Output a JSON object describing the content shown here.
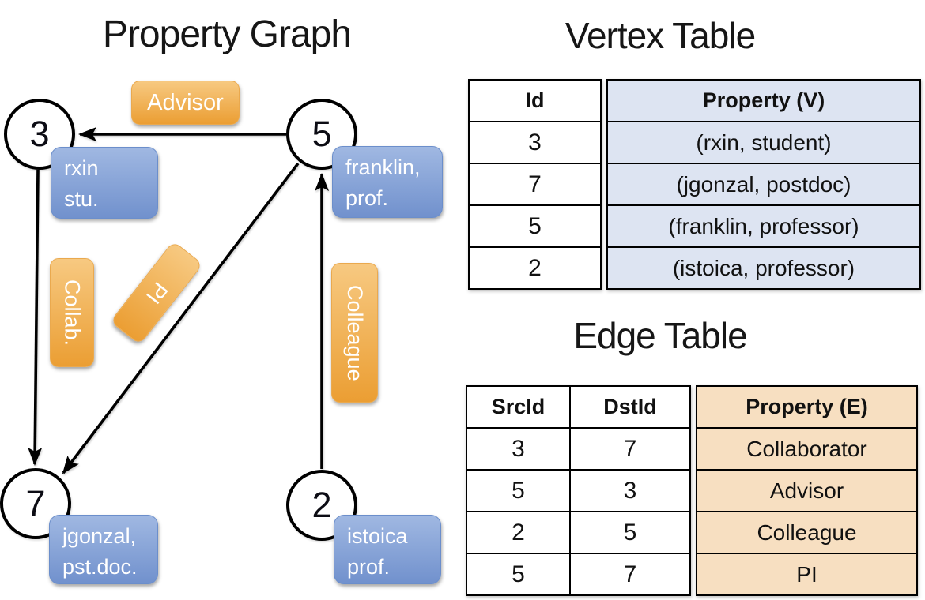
{
  "colors": {
    "orange_top": "#f7c981",
    "orange_bottom": "#eb9e33",
    "orange_border": "#eaa94e",
    "blue_top": "#a0b8e2",
    "blue_bottom": "#7191cd",
    "blue_border": "#6b8ecb",
    "vertex_cell_bg": "#dde4f2",
    "edge_cell_bg": "#f7dfc1",
    "line_color": "#000000"
  },
  "graph": {
    "title": "Property Graph",
    "nodes": [
      {
        "id": "3",
        "line1": "rxin",
        "line2": "stu."
      },
      {
        "id": "5",
        "line1": "franklin,",
        "line2": "prof."
      },
      {
        "id": "7",
        "line1": "jgonzal,",
        "line2": "pst.doc."
      },
      {
        "id": "2",
        "line1": "istoica",
        "line2": "prof."
      }
    ],
    "edge_labels": [
      {
        "label": "Advisor"
      },
      {
        "label": "Collab."
      },
      {
        "label": "PI"
      },
      {
        "label": "Colleague"
      }
    ]
  },
  "vertex_table": {
    "title": "Vertex Table",
    "headers": {
      "id": "Id",
      "property": "Property (V)"
    },
    "rows": [
      {
        "id": "3",
        "property": "(rxin, student)"
      },
      {
        "id": "7",
        "property": "(jgonzal, postdoc)"
      },
      {
        "id": "5",
        "property": "(franklin, professor)"
      },
      {
        "id": "2",
        "property": "(istoica, professor)"
      }
    ]
  },
  "edge_table": {
    "title": "Edge Table",
    "headers": {
      "src": "SrcId",
      "dst": "DstId",
      "property": "Property (E)"
    },
    "rows": [
      {
        "src": "3",
        "dst": "7",
        "property": "Collaborator"
      },
      {
        "src": "5",
        "dst": "3",
        "property": "Advisor"
      },
      {
        "src": "2",
        "dst": "5",
        "property": "Colleague"
      },
      {
        "src": "5",
        "dst": "7",
        "property": "PI"
      }
    ]
  }
}
